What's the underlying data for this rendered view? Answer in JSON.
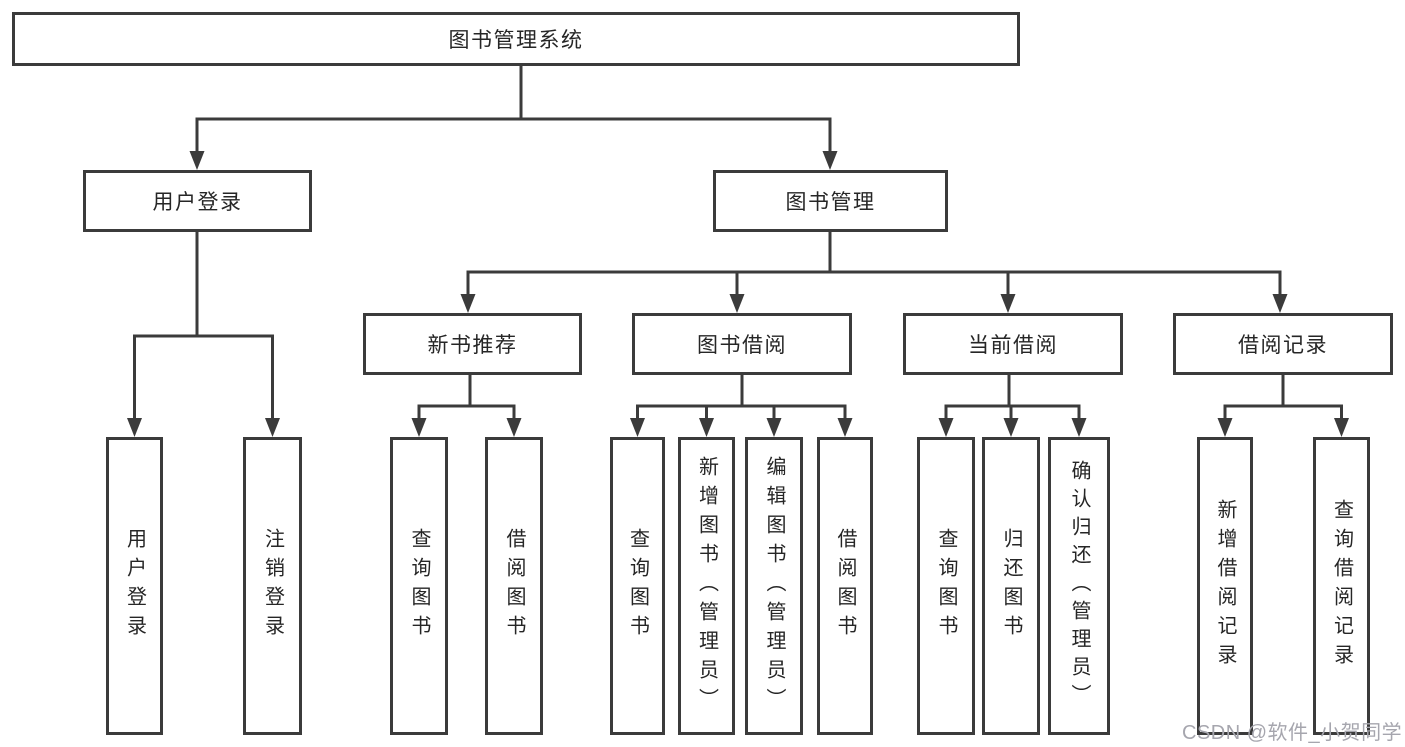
{
  "diagram": {
    "type": "hierarchy-tree",
    "colors": {
      "line": "#3b3b3b",
      "border": "#3b3b3b",
      "text": "#262626",
      "background": "#ffffff",
      "watermark": "#a6a6ae"
    },
    "tree": {
      "label": "图书管理系统",
      "children": [
        {
          "label": "用户登录",
          "children": [
            {
              "label": "用户登录"
            },
            {
              "label": "注销登录"
            }
          ]
        },
        {
          "label": "图书管理",
          "children": [
            {
              "label": "新书推荐",
              "children": [
                {
                  "label": "查询图书"
                },
                {
                  "label": "借阅图书"
                }
              ]
            },
            {
              "label": "图书借阅",
              "children": [
                {
                  "label": "查询图书"
                },
                {
                  "label": "新增图书（管理员）"
                },
                {
                  "label": "编辑图书（管理员）"
                },
                {
                  "label": "借阅图书"
                }
              ]
            },
            {
              "label": "当前借阅",
              "children": [
                {
                  "label": "查询图书"
                },
                {
                  "label": "归还图书"
                },
                {
                  "label": "确认归还（管理员）"
                }
              ]
            },
            {
              "label": "借阅记录",
              "children": [
                {
                  "label": "新增借阅记录"
                },
                {
                  "label": "查询借阅记录"
                }
              ]
            }
          ]
        }
      ]
    },
    "watermark": {
      "text": "CSDN @软件_小贺同学"
    }
  }
}
